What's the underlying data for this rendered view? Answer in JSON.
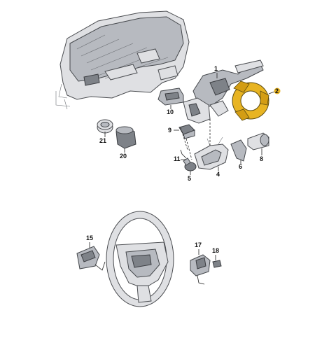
{
  "diagram": {
    "highlight_color": "#e8b422",
    "labels": {
      "p1": "1",
      "p2": "2",
      "p4": "4",
      "p5": "5",
      "p6": "6",
      "p8": "8",
      "p9": "9",
      "p10": "10",
      "p11": "11",
      "p15": "15",
      "p17": "17",
      "p18": "18",
      "p20": "20",
      "p21": "21"
    }
  }
}
